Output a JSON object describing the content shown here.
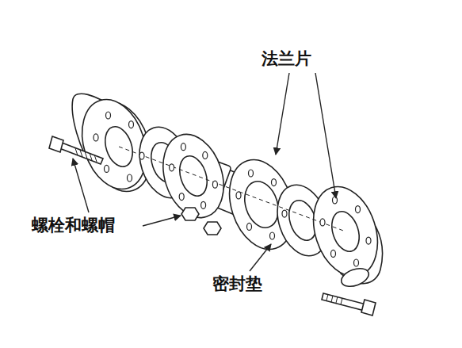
{
  "diagram": {
    "labels": [
      "法兰片",
      "螺栓和螺帽",
      "密封垫"
    ]
  }
}
